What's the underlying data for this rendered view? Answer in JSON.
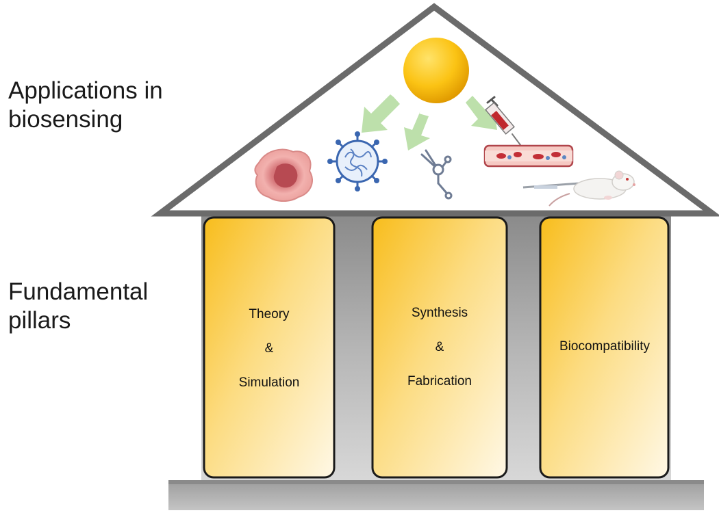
{
  "labels": {
    "applications": "Applications in\nbiosensing",
    "pillars": "Fundamental\npillars"
  },
  "pillars": [
    {
      "lines": [
        "Theory",
        "&",
        "Simulation"
      ]
    },
    {
      "lines": [
        "Synthesis",
        "&",
        "Fabrication"
      ]
    },
    {
      "lines": [
        "Biocompatibility"
      ]
    }
  ],
  "icons": [
    "nanoparticle-sphere-icon",
    "cell-icon",
    "virus-icon",
    "aptamer-icon",
    "blood-vessel-icon",
    "syringe-icon",
    "mouse-icon"
  ],
  "colors": {
    "pillar_gold": "#f9c22e",
    "pillar_light": "#fff3cf",
    "roof_stroke": "#6b6b6b",
    "arrow_green": "#b9dea6"
  }
}
